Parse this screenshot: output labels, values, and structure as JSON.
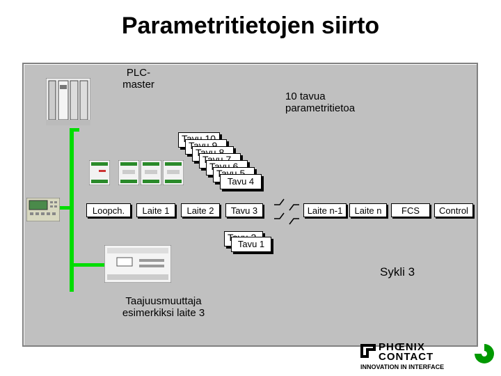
{
  "title": "Parametritietojen siirto",
  "plc_label": "PLC-\nmaster",
  "info_label": "10 tavua\nparametritietoa",
  "stack_labels": [
    "Tavu 10",
    "Tavu 9",
    "Tavu 8",
    "Tavu 7",
    "Tavu 6",
    "Tavu 5"
  ],
  "current_byte": "Tavu 4",
  "ring_cells": [
    "Loopch.",
    "Laite 1",
    "Laite 2",
    "Tavu 3",
    "Laite n-1",
    "Laite n",
    "FCS",
    "Control"
  ],
  "sent_bytes": [
    "Tavu 2",
    "Tavu 1"
  ],
  "cycle_label": "Sykli 3",
  "inverter_label": "Taajuusmuuttaja\nesimerkiksi laite 3",
  "logo": {
    "brand_top": "PHŒNIX",
    "brand_bottom": "CONTACT",
    "tagline": "INNOVATION IN INTERFACE"
  },
  "colors": {
    "bus": "#00dd00",
    "panel": "#c0c0c0",
    "accent": "#009900"
  }
}
